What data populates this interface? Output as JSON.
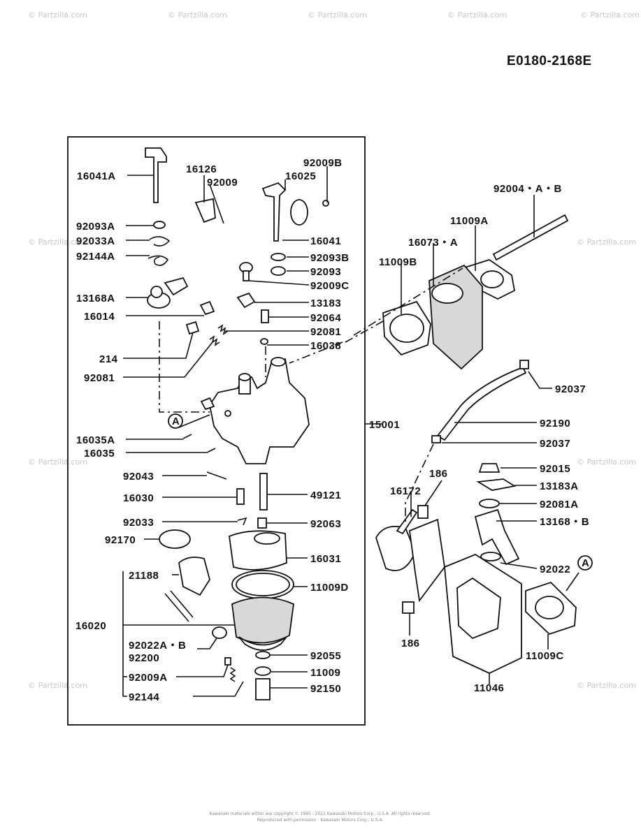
{
  "diagram_code": "E0180-2168E",
  "watermark": "© Partzilla.com",
  "footer": {
    "line1": "Kawasaki materials within are copyright © 1995 - 2021 Kawasaki Motors Corp., U.S.A. All rights reserved.",
    "line2": "Reproduced with permission · Kawasaki Motors Corp., U.S.A."
  },
  "labels": {
    "p16041A": "16041A",
    "p16126": "16126",
    "p92009": "92009",
    "p92009B": "92009B",
    "p16025": "16025",
    "p92093A": "92093A",
    "p92033A": "92033A",
    "p92144A": "92144A",
    "p16041": "16041",
    "p92093B": "92093B",
    "p92093": "92093",
    "p92009C": "92009C",
    "p13168A": "13168A",
    "p13183": "13183",
    "p16014": "16014",
    "p92064": "92064",
    "p92081a": "92081",
    "p16038": "16038",
    "p214": "214",
    "p92081b": "92081",
    "p16035A": "16035A",
    "p16035": "16035",
    "p15001": "15001",
    "p92043": "92043",
    "p16030": "16030",
    "p49121": "49121",
    "p92033": "92033",
    "p92063": "92063",
    "p92170": "92170",
    "p16031": "16031",
    "p21188": "21188",
    "p11009D": "11009D",
    "p16020": "16020",
    "p92022AB": "92022A・B",
    "p92200": "92200",
    "p92055": "92055",
    "p92009A": "92009A",
    "p11009": "11009",
    "p92144": "92144",
    "p92150": "92150",
    "p92004AB": "92004・A・B",
    "p11009A": "11009A",
    "p16073A": "16073・A",
    "p11009B": "11009B",
    "p92037a": "92037",
    "p92190": "92190",
    "p92037b": "92037",
    "p16172": "16172",
    "p186a": "186",
    "p92015": "92015",
    "p13183A": "13183A",
    "p92081A": "92081A",
    "p13168B": "13168・B",
    "p92022": "92022",
    "pA1": "A",
    "pA2": "A",
    "p186b": "186",
    "p11009C": "11009C",
    "p11046": "11046"
  }
}
